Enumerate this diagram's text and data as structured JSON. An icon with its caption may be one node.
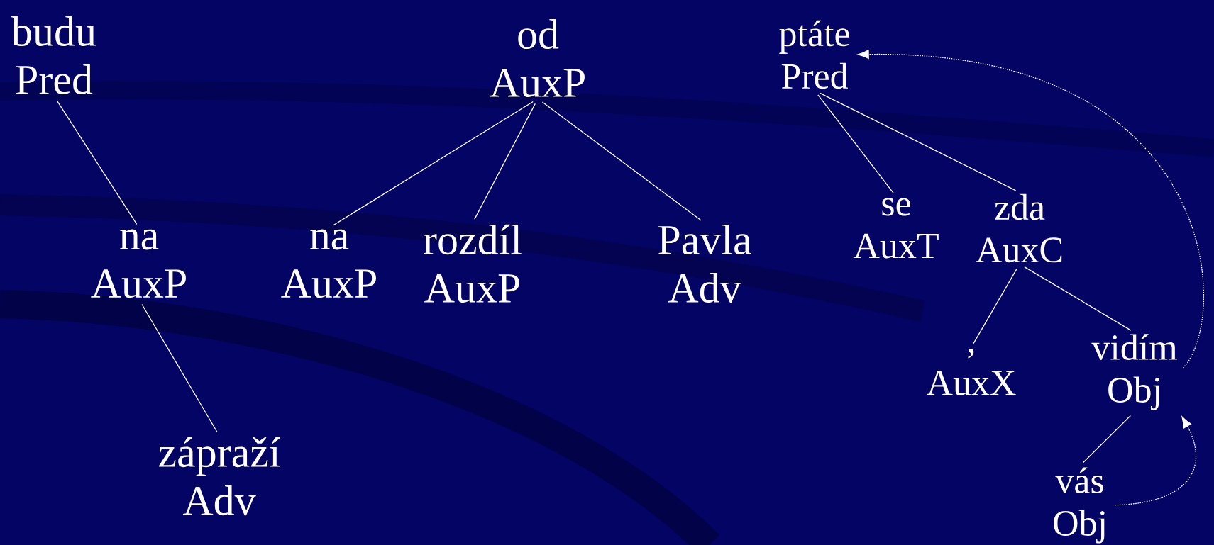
{
  "diagram": {
    "nodes": [
      {
        "text": [
          "budu",
          "Pred"
        ]
      },
      {
        "text": [
          "na",
          "AuxP"
        ]
      },
      {
        "text": [
          "zápraží",
          "Adv"
        ]
      },
      {
        "text": [
          "od",
          "AuxP"
        ]
      },
      {
        "text": [
          "na",
          "AuxP"
        ]
      },
      {
        "text": [
          "rozdíl",
          "AuxP"
        ]
      },
      {
        "text": [
          "Pavla",
          "Adv"
        ]
      },
      {
        "text": [
          "ptáte",
          "Pred"
        ]
      },
      {
        "text": [
          "se",
          "AuxT"
        ]
      },
      {
        "text": [
          "zda",
          "AuxC"
        ]
      },
      {
        "text": [
          ",",
          "AuxX"
        ]
      },
      {
        "text": [
          "vidím",
          "Obj"
        ]
      },
      {
        "text": [
          "vás",
          "Obj"
        ]
      }
    ],
    "edges": [
      {
        "from": 0,
        "to": 1,
        "arrow": "none"
      },
      {
        "from": 1,
        "to": 2,
        "arrow": "none"
      },
      {
        "from": 3,
        "to": 4,
        "arrow": "none"
      },
      {
        "from": 3,
        "to": 5,
        "arrow": "none"
      },
      {
        "from": 3,
        "to": 6,
        "arrow": "none"
      },
      {
        "from": 7,
        "to": 8,
        "arrow": "none"
      },
      {
        "from": 7,
        "to": 9,
        "arrow": "none"
      },
      {
        "from": 9,
        "to": 10,
        "arrow": "none"
      },
      {
        "from": 9,
        "to": 11,
        "arrow": "none"
      },
      {
        "from": 11,
        "to": 12,
        "arrow": "none"
      },
      {
        "from": 11,
        "to": 7,
        "arrow": "to",
        "style": "dashed"
      },
      {
        "from": 12,
        "to": 11,
        "arrow": "to",
        "style": "dashed"
      }
    ]
  }
}
